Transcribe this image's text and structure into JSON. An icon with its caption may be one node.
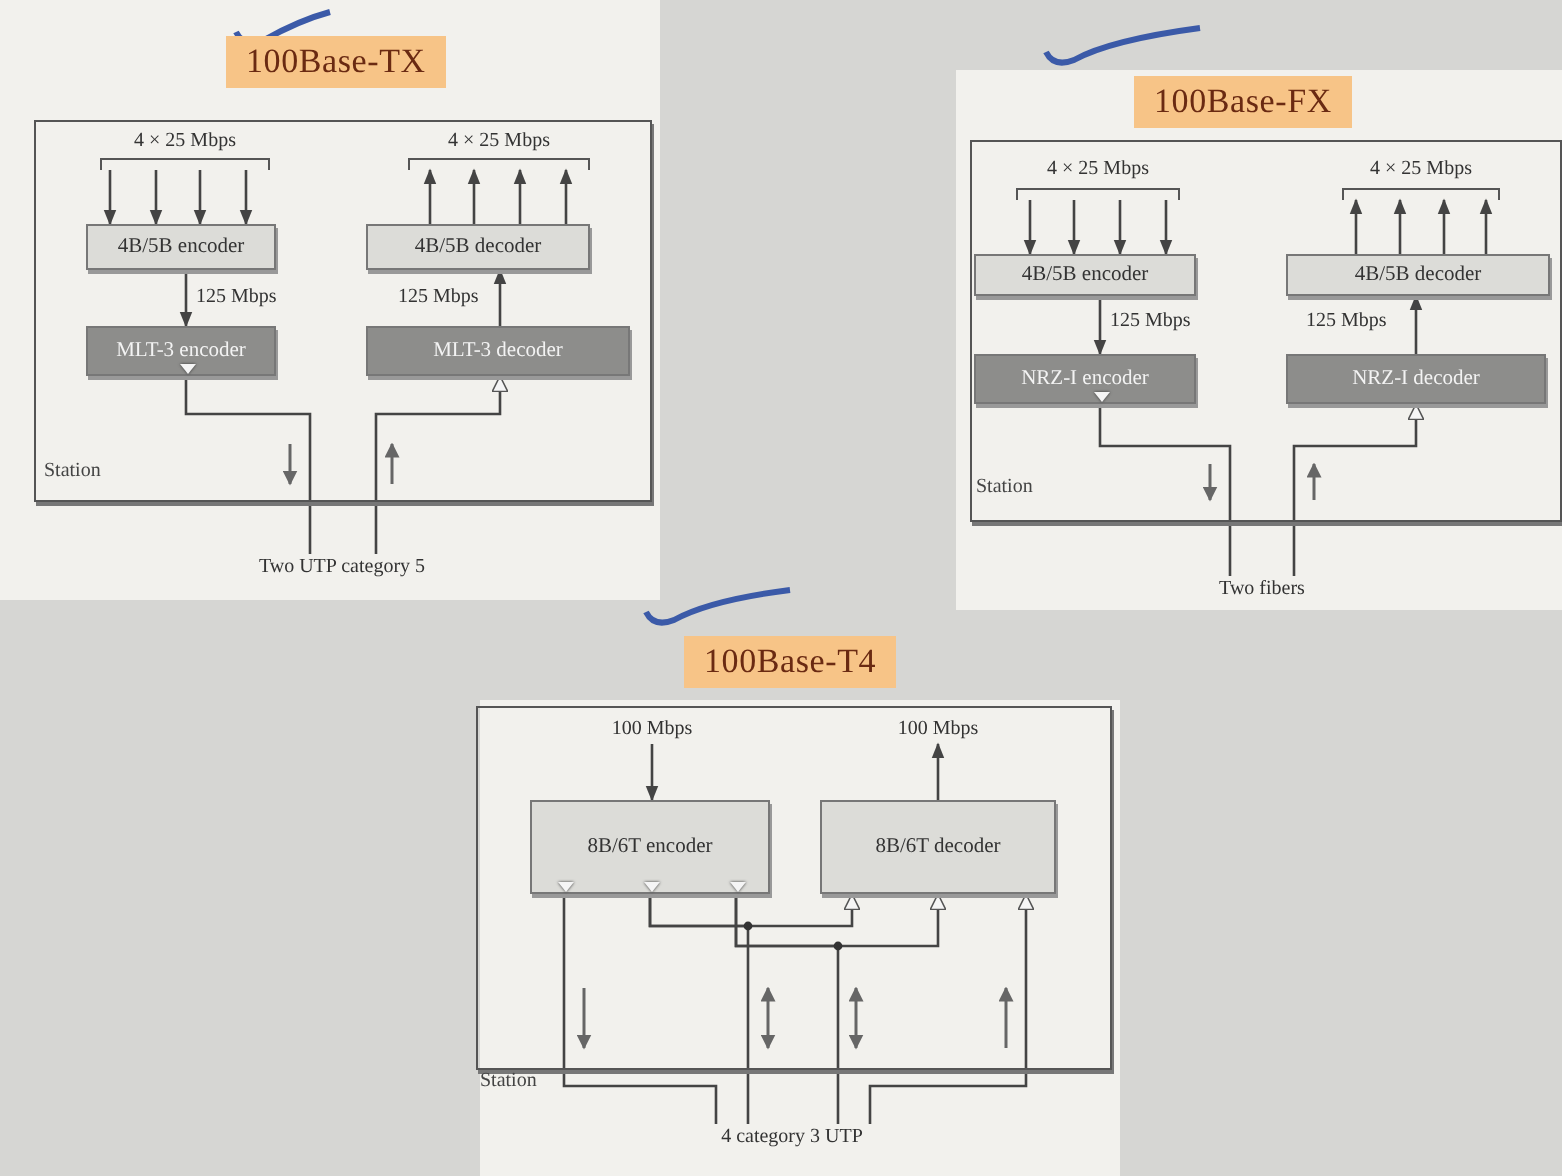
{
  "diagram": {
    "nodes": [
      {
        "text": [
          "100Base-TX",
          "Station"
        ]
      },
      {
        "text": [
          "4 × 25 Mbps"
        ],
        "in": 0
      },
      {
        "text": [
          "4 × 25 Mbps"
        ],
        "in": 0
      },
      {
        "text": [
          "4B/5B encoder"
        ],
        "in": 0
      },
      {
        "text": [
          "4B/5B decoder"
        ],
        "in": 0
      },
      {
        "text": [
          "MLT-3 encoder"
        ],
        "in": 0
      },
      {
        "text": [
          "MLT-3 decoder"
        ],
        "in": 0
      },
      {
        "text": [
          "Two UTP category 5"
        ]
      },
      {
        "text": [
          "100Base-FX",
          "Station"
        ]
      },
      {
        "text": [
          "4 × 25 Mbps"
        ],
        "in": 8
      },
      {
        "text": [
          "4 × 25 Mbps"
        ],
        "in": 8
      },
      {
        "text": [
          "4B/5B encoder"
        ],
        "in": 8
      },
      {
        "text": [
          "4B/5B decoder"
        ],
        "in": 8
      },
      {
        "text": [
          "NRZ-I encoder"
        ],
        "in": 8
      },
      {
        "text": [
          "NRZ-I decoder"
        ],
        "in": 8
      },
      {
        "text": [
          "Two fibers"
        ]
      },
      {
        "text": [
          "100Base-T4",
          "Station"
        ]
      },
      {
        "text": [
          "100 Mbps"
        ],
        "in": 16
      },
      {
        "text": [
          "100 Mbps"
        ],
        "in": 16
      },
      {
        "text": [
          "8B/6T encoder"
        ],
        "in": 16
      },
      {
        "text": [
          "8B/6T decoder"
        ],
        "in": 16
      },
      {
        "text": [
          "4 category 3 UTP"
        ]
      }
    ],
    "edges": [
      {
        "from": 1,
        "to": 3,
        "arrow": "to"
      },
      {
        "from": 1,
        "to": 3,
        "arrow": "to"
      },
      {
        "from": 1,
        "to": 3,
        "arrow": "to"
      },
      {
        "from": 1,
        "to": 3,
        "arrow": "to"
      },
      {
        "from": 4,
        "to": 2,
        "arrow": "to"
      },
      {
        "from": 4,
        "to": 2,
        "arrow": "to"
      },
      {
        "from": 4,
        "to": 2,
        "arrow": "to"
      },
      {
        "from": 4,
        "to": 2,
        "arrow": "to"
      },
      {
        "from": 3,
        "to": 5,
        "arrow": "to",
        "label": "125 Mbps"
      },
      {
        "from": 6,
        "to": 4,
        "arrow": "to",
        "label": "125 Mbps"
      },
      {
        "from": 5,
        "to": 7,
        "arrow": "none"
      },
      {
        "from": 7,
        "to": 6,
        "arrow": "to"
      },
      {
        "from": 9,
        "to": 11,
        "arrow": "to"
      },
      {
        "from": 9,
        "to": 11,
        "arrow": "to"
      },
      {
        "from": 9,
        "to": 11,
        "arrow": "to"
      },
      {
        "from": 9,
        "to": 11,
        "arrow": "to"
      },
      {
        "from": 12,
        "to": 10,
        "arrow": "to"
      },
      {
        "from": 12,
        "to": 10,
        "arrow": "to"
      },
      {
        "from": 12,
        "to": 10,
        "arrow": "to"
      },
      {
        "from": 12,
        "to": 10,
        "arrow": "to"
      },
      {
        "from": 11,
        "to": 13,
        "arrow": "to",
        "label": "125 Mbps"
      },
      {
        "from": 14,
        "to": 12,
        "arrow": "to",
        "label": "125 Mbps"
      },
      {
        "from": 13,
        "to": 15,
        "arrow": "none"
      },
      {
        "from": 15,
        "to": 14,
        "arrow": "to"
      },
      {
        "from": 17,
        "to": 19,
        "arrow": "to"
      },
      {
        "from": 20,
        "to": 18,
        "arrow": "to"
      },
      {
        "from": 19,
        "to": 21,
        "arrow": "none"
      },
      {
        "from": 19,
        "to": 20,
        "arrow": "to"
      },
      {
        "from": 19,
        "to": 20,
        "arrow": "to"
      },
      {
        "from": 19,
        "to": 21,
        "arrow": "none"
      },
      {
        "from": 19,
        "to": 21,
        "arrow": "none"
      },
      {
        "from": 21,
        "to": 20,
        "arrow": "to"
      }
    ]
  }
}
